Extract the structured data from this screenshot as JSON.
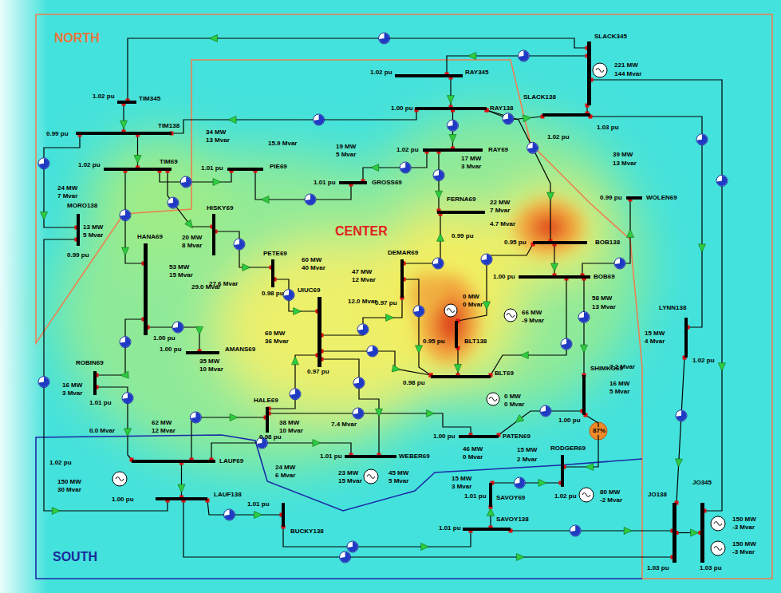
{
  "diagram": {
    "nodes": [
      {
        "text": [
          "SLACK345",
          "1.03 pu"
        ]
      },
      {
        "text": [
          "RAY345",
          "1.02 pu"
        ]
      },
      {
        "text": [
          "TIM345",
          "1.02 pu"
        ]
      },
      {
        "text": [
          "RAY138",
          "1.00 pu"
        ]
      },
      {
        "text": [
          "SLACK138",
          "1.02 pu"
        ]
      },
      {
        "text": [
          "TIM138",
          "0.99 pu"
        ]
      },
      {
        "text": [
          "RAY69",
          "1.02 pu"
        ]
      },
      {
        "text": [
          "TIM69",
          "1.02 pu"
        ]
      },
      {
        "text": [
          "PIE69",
          "1.01 pu"
        ]
      },
      {
        "text": [
          "GROSS69",
          "1.01 pu"
        ]
      },
      {
        "text": [
          "WOLEN69",
          "0.99 pu"
        ]
      },
      {
        "text": [
          "FERNA69",
          "0.99 pu"
        ]
      },
      {
        "text": [
          "MORO138",
          "0.99 pu"
        ]
      },
      {
        "text": [
          "HISKY69"
        ]
      },
      {
        "text": [
          "BOB138",
          "0.95 pu"
        ]
      },
      {
        "text": [
          "PETE69",
          "0.98 pu"
        ]
      },
      {
        "text": [
          "DEMAR69",
          "0.97 pu"
        ]
      },
      {
        "text": [
          "BOB69",
          "1.00 pu"
        ]
      },
      {
        "text": [
          "HANA69",
          "1.00 pu"
        ]
      },
      {
        "text": [
          "UIUC69",
          "0.97 pu"
        ]
      },
      {
        "text": [
          "LYNN138",
          "1.02 pu"
        ]
      },
      {
        "text": [
          "BLT138",
          "0.95 pu"
        ]
      },
      {
        "text": [
          "AMANS69",
          "1.00 pu"
        ]
      },
      {
        "text": [
          "ROBIN69",
          "1.01 pu"
        ]
      },
      {
        "text": [
          "SHIMKO69",
          "1.00 pu"
        ]
      },
      {
        "text": [
          "BLT69",
          "0.98 pu"
        ]
      },
      {
        "text": [
          "HALE69",
          "0.98 pu"
        ]
      },
      {
        "text": [
          "PATEN69",
          "1.00 pu"
        ]
      },
      {
        "text": [
          "RODGER69",
          "1.02 pu"
        ]
      },
      {
        "text": [
          "WEBER69",
          "1.01 pu"
        ]
      },
      {
        "text": [
          "LAUF69",
          "1.02 pu"
        ]
      },
      {
        "text": [
          "LAUF138",
          "1.00 pu"
        ]
      },
      {
        "text": [
          "SAVOY69",
          "1.01 pu"
        ]
      },
      {
        "text": [
          "JO138",
          "1.03 pu"
        ]
      },
      {
        "text": [
          "JO345",
          "1.03 pu"
        ]
      },
      {
        "text": [
          "BUCKY138",
          "1.01 pu"
        ]
      },
      {
        "text": [
          "SAVOY138",
          "1.01 pu"
        ]
      }
    ],
    "edges": [
      {
        "from": 0,
        "to": 2,
        "arrow": "none"
      },
      {
        "from": 0,
        "to": 1,
        "arrow": "none"
      },
      {
        "from": 0,
        "to": 34,
        "arrow": "none"
      },
      {
        "from": 4,
        "to": 20,
        "arrow": "none"
      },
      {
        "from": 1,
        "to": 3,
        "arrow": "none"
      },
      {
        "from": 3,
        "to": 6,
        "arrow": "none"
      },
      {
        "from": 2,
        "to": 5,
        "arrow": "none"
      },
      {
        "from": 5,
        "to": 7,
        "arrow": "none"
      },
      {
        "from": 3,
        "to": 5,
        "arrow": "none"
      },
      {
        "from": 3,
        "to": 4,
        "arrow": "none"
      },
      {
        "from": 3,
        "to": 14,
        "arrow": "none"
      },
      {
        "from": 6,
        "to": 9,
        "arrow": "none"
      },
      {
        "from": 6,
        "to": 11,
        "arrow": "none"
      },
      {
        "from": 9,
        "to": 8,
        "arrow": "none"
      },
      {
        "from": 7,
        "to": 8,
        "arrow": "none"
      },
      {
        "from": 7,
        "to": 13,
        "arrow": "none"
      },
      {
        "from": 7,
        "to": 18,
        "arrow": "none"
      },
      {
        "from": 5,
        "to": 12,
        "arrow": "none"
      },
      {
        "from": 12,
        "to": 31,
        "arrow": "none"
      },
      {
        "from": 13,
        "to": 15,
        "arrow": "none"
      },
      {
        "from": 18,
        "to": 22,
        "arrow": "none"
      },
      {
        "from": 18,
        "to": 23,
        "arrow": "none"
      },
      {
        "from": 23,
        "to": 30,
        "arrow": "none"
      },
      {
        "from": 30,
        "to": 26,
        "arrow": "none"
      },
      {
        "from": 26,
        "to": 19,
        "arrow": "none"
      },
      {
        "from": 15,
        "to": 19,
        "arrow": "none"
      },
      {
        "from": 19,
        "to": 16,
        "arrow": "none"
      },
      {
        "from": 16,
        "to": 25,
        "arrow": "none"
      },
      {
        "from": 16,
        "to": 11,
        "arrow": "none"
      },
      {
        "from": 21,
        "to": 25,
        "arrow": "none"
      },
      {
        "from": 14,
        "to": 21,
        "arrow": "none"
      },
      {
        "from": 14,
        "to": 17,
        "arrow": "none"
      },
      {
        "from": 17,
        "to": 10,
        "arrow": "none"
      },
      {
        "from": 17,
        "to": 25,
        "arrow": "none"
      },
      {
        "from": 17,
        "to": 24,
        "arrow": "none"
      },
      {
        "from": 24,
        "to": 27,
        "arrow": "none"
      },
      {
        "from": 24,
        "to": 28,
        "arrow": "none"
      },
      {
        "from": 26,
        "to": 27,
        "arrow": "none"
      },
      {
        "from": 19,
        "to": 29,
        "arrow": "none"
      },
      {
        "from": 19,
        "to": 25,
        "arrow": "none"
      },
      {
        "from": 30,
        "to": 31,
        "arrow": "none"
      },
      {
        "from": 30,
        "to": 29,
        "arrow": "none"
      },
      {
        "from": 31,
        "to": 35,
        "arrow": "none"
      },
      {
        "from": 35,
        "to": 36,
        "arrow": "none"
      },
      {
        "from": 31,
        "to": 33,
        "arrow": "none"
      },
      {
        "from": 36,
        "to": 33,
        "arrow": "none"
      },
      {
        "from": 36,
        "to": 32,
        "arrow": "none"
      },
      {
        "from": 32,
        "to": 28,
        "arrow": "none"
      },
      {
        "from": 33,
        "to": 34,
        "arrow": "none"
      },
      {
        "from": 20,
        "to": 33,
        "arrow": "none"
      },
      {
        "from": 0,
        "to": 4,
        "arrow": "none"
      }
    ],
    "labels": [
      "NORTH",
      "CENTER",
      "SOUTH",
      "221 MW",
      "144 Mvar",
      "34 MW",
      "13 Mvar",
      "15.9 Mvar",
      "19 MW",
      "5 Mvar",
      "17 MW",
      "3 Mvar",
      "39 MW",
      "13 Mvar",
      "24 MW",
      "7 Mvar",
      "22 MW",
      "7 Mvar",
      "4.7 Mvar",
      "13 MW",
      "5 Mvar",
      "20 MW",
      "8 Mvar",
      "60 MW",
      "40 Mvar",
      "27.6 Mvar",
      "47 MW",
      "12 Mvar",
      "0 MW",
      "0 Mvar",
      "12.0 Mvar",
      "53 MW",
      "15 Mvar",
      "29.0 Mvar",
      "66 MW",
      "-9 Mvar",
      "58 MW",
      "13 Mvar",
      "15 MW",
      "4 Mvar",
      "60 MW",
      "36 Mvar",
      "35 MW",
      "10 Mvar",
      "7.2 Mvar",
      "16 MW",
      "5 Mvar",
      "16 MW",
      "3 Mvar",
      "0 MW",
      "0 Mvar",
      "38 MW",
      "10 Mvar",
      "62 MW",
      "12 Mvar",
      "0.0 Mvar",
      "7.4 Mvar",
      "46 MW",
      "0 Mvar",
      "87%",
      "15 MW",
      "2 Mvar",
      "24 MW",
      "6 Mvar",
      "150 MW",
      "30 Mvar",
      "23 MW",
      "15 Mvar",
      "45 MW",
      "5 Mvar",
      "15 MW",
      "3 Mvar",
      "80 MW",
      "-2 Mvar",
      "150 MW",
      "-3 Mvar",
      "150 MW",
      "-3 Mvar"
    ]
  }
}
